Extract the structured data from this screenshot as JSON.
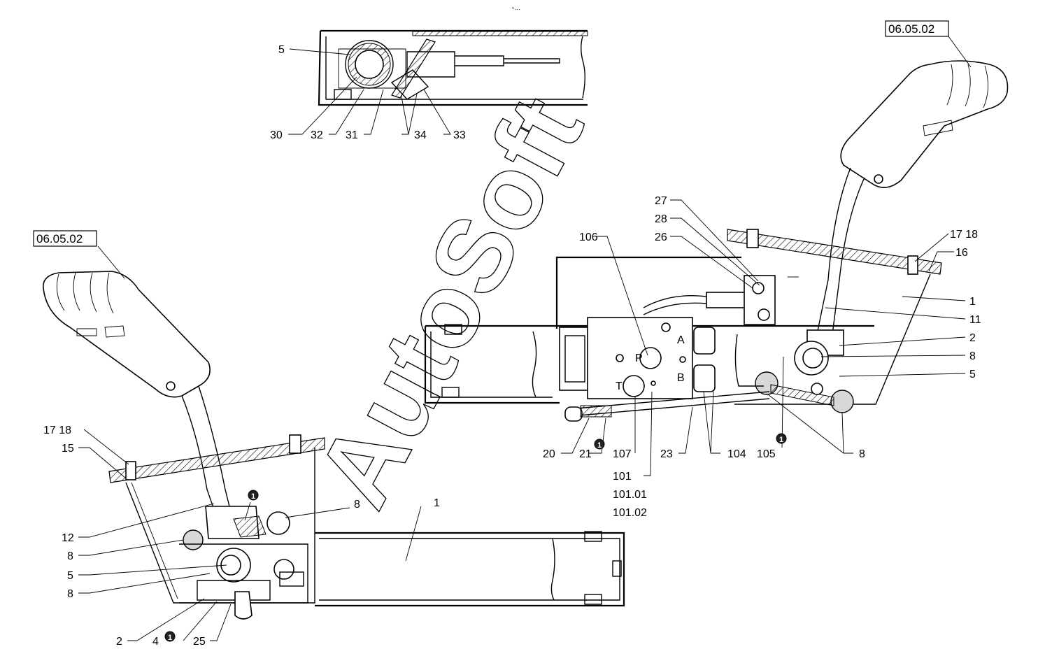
{
  "watermark": "AutoSoft",
  "header_mark": "▫․․․",
  "note_mark": "❶",
  "references": {
    "left": "06.05.02",
    "right": "06.05.02"
  },
  "port_letters": {
    "p": "P",
    "t": "T",
    "a": "A",
    "b": "B"
  },
  "callouts": {
    "top_view": {
      "c5": "5",
      "c30": "30",
      "c32": "32",
      "c31": "31",
      "c34": "34",
      "c33": "33"
    },
    "left_view": {
      "c17_18": "17  18",
      "c15": "15",
      "c8a": "8",
      "c1": "1",
      "c12": "12",
      "c8b": "8",
      "c5": "5",
      "c8c": "8",
      "c2": "2",
      "c4": "4",
      "c25": "25"
    },
    "right_view": {
      "c27": "27",
      "c28": "28",
      "c26": "26",
      "c106": "106",
      "c17_18": "17  18",
      "c16": "16",
      "c1": "1",
      "c11": "11",
      "c2": "2",
      "c8a": "8",
      "c5": "5",
      "c8b": "8",
      "c20": "20",
      "c21": "21",
      "c107": "107",
      "c23": "23",
      "c104": "104",
      "c105": "105",
      "c101": "101",
      "c101_01": "101.01",
      "c101_02": "101.02"
    }
  }
}
